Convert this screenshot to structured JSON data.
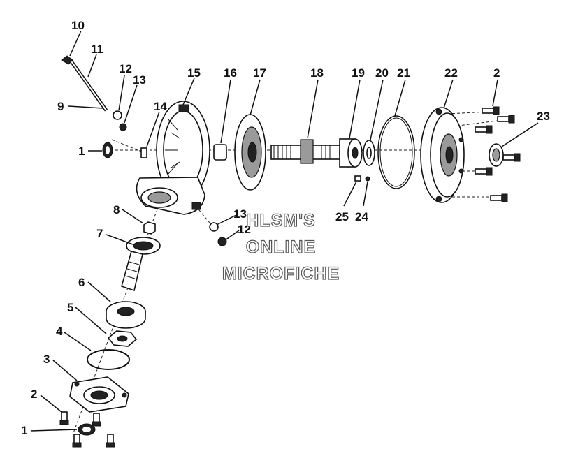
{
  "callouts": [
    {
      "id": "c10",
      "text": "10"
    },
    {
      "id": "c11",
      "text": "11"
    },
    {
      "id": "c12a",
      "text": "12"
    },
    {
      "id": "c13",
      "text": "13"
    },
    {
      "id": "c9",
      "text": "9"
    },
    {
      "id": "c14",
      "text": "14"
    },
    {
      "id": "c1a",
      "text": "1"
    },
    {
      "id": "c15",
      "text": "15"
    },
    {
      "id": "c16",
      "text": "16"
    },
    {
      "id": "c17",
      "text": "17"
    },
    {
      "id": "c18",
      "text": "18"
    },
    {
      "id": "c19",
      "text": "19"
    },
    {
      "id": "c20",
      "text": "20"
    },
    {
      "id": "c21",
      "text": "21"
    },
    {
      "id": "c22",
      "text": "22"
    },
    {
      "id": "c2a",
      "text": "2"
    },
    {
      "id": "c23",
      "text": "23"
    },
    {
      "id": "c25",
      "text": "25"
    },
    {
      "id": "c24",
      "text": "24"
    },
    {
      "id": "c8",
      "text": "8"
    },
    {
      "id": "c13b",
      "text": "13"
    },
    {
      "id": "c12b",
      "text": "12"
    },
    {
      "id": "c7",
      "text": "7"
    },
    {
      "id": "c6",
      "text": "6"
    },
    {
      "id": "c5",
      "text": "5"
    },
    {
      "id": "c4",
      "text": "4"
    },
    {
      "id": "c3",
      "text": "3"
    },
    {
      "id": "c2b",
      "text": "2"
    },
    {
      "id": "c1b",
      "text": "1"
    }
  ],
  "watermark": {
    "line1": "HLSM'S",
    "line2": "ONLINE",
    "line3": "MICROFICHE"
  }
}
